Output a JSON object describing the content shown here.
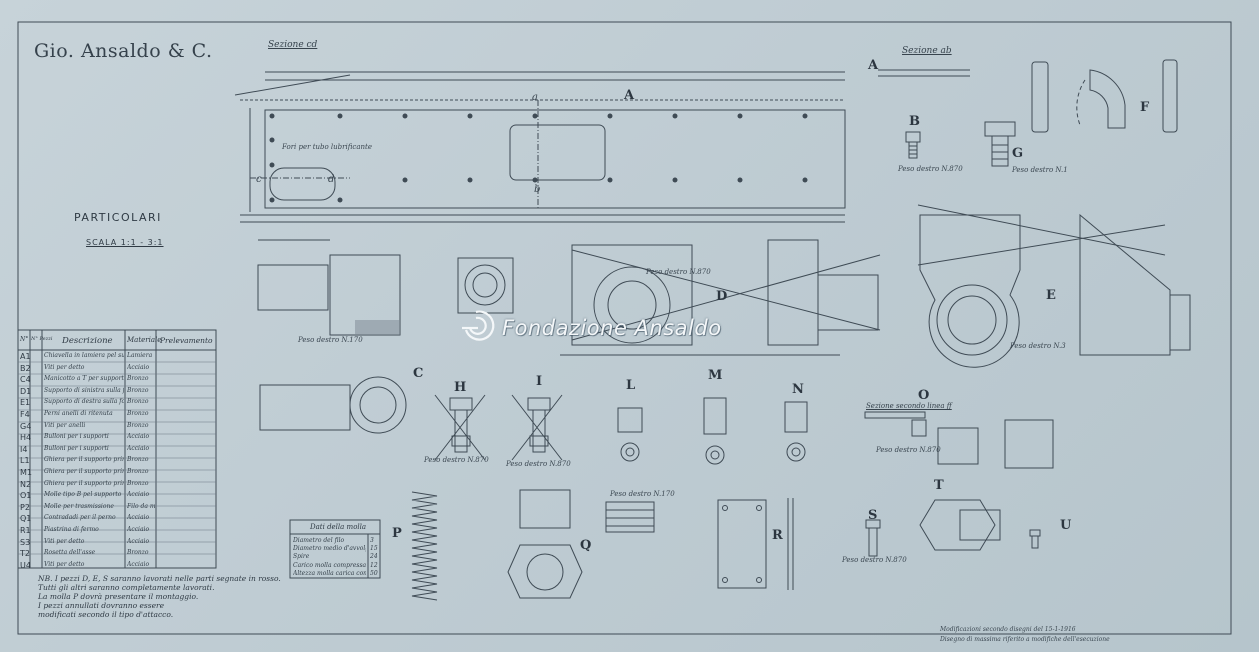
{
  "company": "Gio. Ansaldo & C.",
  "watermark": "Fondazione Ansaldo",
  "title": "PARTICOLARI",
  "scale": "SCALA 1:1 - 3:1",
  "sections": {
    "cd": "Sezione cd",
    "ab": "Sezione ab",
    "o_detail": "Sezione secondo linea ff"
  },
  "letters": [
    "A",
    "B",
    "C",
    "D",
    "E",
    "F",
    "G",
    "H",
    "I",
    "L",
    "M",
    "N",
    "O",
    "P",
    "Q",
    "R",
    "S",
    "T",
    "U"
  ],
  "section_marks": {
    "a": "a",
    "b": "b",
    "c": "c",
    "d": "d"
  },
  "annotations": {
    "bore": "Fori per tubo lubrificante",
    "weight_b": "Peso destro N.870",
    "weight_g": "Peso destro N.1",
    "weight_c": "Peso destro N.170",
    "weight_d": "Peso destro N.870",
    "weight_e": "Peso destro N.3",
    "weight_h": "Peso destro N.870",
    "weight_i": "Peso destro N.870",
    "weight_q": "Peso destro N.170",
    "weight_s": "Peso destro N.870",
    "weight_t": "Peso destro N.870"
  },
  "parts_table": {
    "headers": [
      "N°",
      "N° Pezzi",
      "Descrizione",
      "Materiale",
      "Prelevamento"
    ],
    "rows": [
      {
        "code": "A1",
        "desc": "Chiavella in lamiera pel sup. porta principale",
        "mat": "Lamiera"
      },
      {
        "code": "B2",
        "desc": "Viti per detto",
        "mat": "Acciaio"
      },
      {
        "code": "C4",
        "desc": "Manicotto a T per supporto",
        "mat": "Bronzo"
      },
      {
        "code": "D1",
        "desc": "Supporto di sinistra sulla forcella",
        "mat": "Bronzo"
      },
      {
        "code": "E1",
        "desc": "Supporto di destra sulla forcella",
        "mat": "Bronzo"
      },
      {
        "code": "F4",
        "desc": "Perni anelli di ritenuta",
        "mat": "Bronzo"
      },
      {
        "code": "G4",
        "desc": "Viti per anelli",
        "mat": "Bronzo"
      },
      {
        "code": "H4",
        "desc": "Bulloni per i supporti",
        "mat": "Acciaio"
      },
      {
        "code": "I4",
        "desc": "Bulloni per i supporti",
        "mat": "Acciaio"
      },
      {
        "code": "L1",
        "desc": "Ghiera per il supporto principale",
        "mat": "Bronzo"
      },
      {
        "code": "M1",
        "desc": "Ghiera per il supporto principale",
        "mat": "Bronzo"
      },
      {
        "code": "N2",
        "desc": "Ghiera per il supporto principale",
        "mat": "Bronzo"
      },
      {
        "code": "O1",
        "desc": "Molle tipo B pel supporto",
        "mat": "Acciaio"
      },
      {
        "code": "P2",
        "desc": "Molle per trasmissione",
        "mat": "Filo da molla"
      },
      {
        "code": "Q1",
        "desc": "Contradadi per il perno",
        "mat": "Acciaio"
      },
      {
        "code": "R1",
        "desc": "Piastrina di fermo",
        "mat": "Acciaio"
      },
      {
        "code": "S3",
        "desc": "Viti per detto",
        "mat": "Acciaio"
      },
      {
        "code": "T2",
        "desc": "Rosetta dell'asse",
        "mat": "Bronzo"
      },
      {
        "code": "U4",
        "desc": "Viti per detto",
        "mat": "Acciaio"
      }
    ]
  },
  "notes": [
    "NB. I pezzi D, E, S saranno lavorati nelle parti segnate in rosso.",
    "Tutti gli altri saranno completamente lavorati.",
    "La molla P dovrà presentare il montaggio.",
    "I pezzi annullati dovranno essere",
    "modificati secondo il tipo d'attacco."
  ],
  "spring_table": {
    "title": "Dati della molla",
    "rows": [
      {
        "label": "Diametro del filo",
        "value": "3"
      },
      {
        "label": "Diametro medio d'avvolgimento",
        "value": "15"
      },
      {
        "label": "Spire",
        "value": "24"
      },
      {
        "label": "Carico molla compressa",
        "value": "12"
      },
      {
        "label": "Altezza molla carica compressa",
        "value": "50"
      }
    ]
  },
  "footer": [
    "Modificazioni secondo disegni del 15-1-1916",
    "Disegno di massima riferito a modifiche dell'esecuzione"
  ],
  "colors": {
    "paper": "#c2cfd6",
    "ink": "#2f3a44",
    "watermark": "#f4f7f9"
  }
}
